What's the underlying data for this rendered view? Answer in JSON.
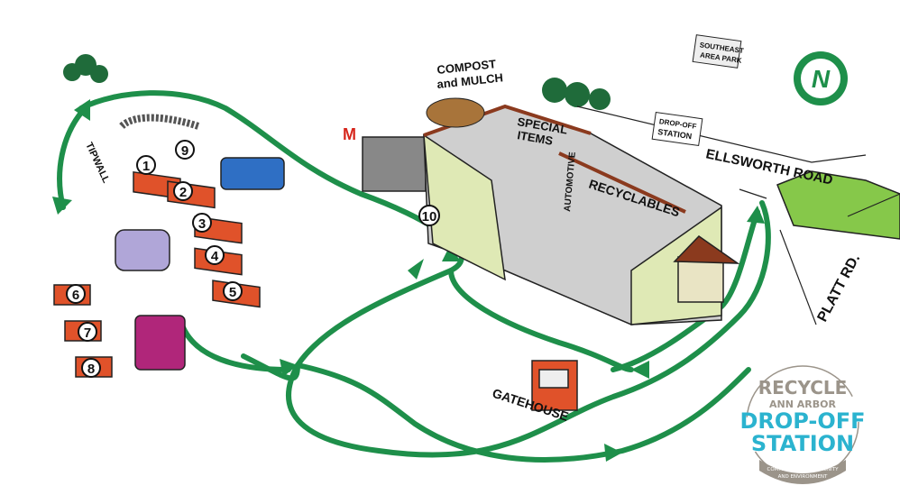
{
  "map": {
    "labels": {
      "tipwall": "TIPWALL",
      "compost": "COMPOST",
      "compost2": "and MULCH",
      "special1": "SPECIAL",
      "special2": "ITEMS",
      "automotive": "AUTOMOTIVE",
      "recyclables": "RECYCLABLES",
      "gatehouse": "GATEHOUSE",
      "ellsworth": "ELLSWORTH ROAD",
      "platt": "PLATT RD.",
      "marker_m": "M",
      "park1": "SOUTHEAST",
      "park2": "AREA PARK",
      "dropsign1": "DROP-OFF",
      "dropsign2": "STATION"
    },
    "bins": [
      "1",
      "2",
      "3",
      "4",
      "5",
      "6",
      "7",
      "8"
    ],
    "stations": {
      "nine": "9",
      "ten": "10"
    },
    "north_badge": "N",
    "colors": {
      "route": "#1e8f4a",
      "bins": "#e0522a",
      "building_wall": "#dfe9b5",
      "roof_trim": "#8b3a1e",
      "logo_blue": "#2bb3cf",
      "logo_grey": "#9b948a",
      "marker_m": "#d6261c"
    }
  },
  "logo": {
    "line1": "RECYCLE",
    "line2": "ANN ARBOR",
    "line3": "DROP-OFF",
    "line4": "STATION",
    "tagline1": "COMMITTED TO COMMUNITY",
    "tagline2": "AND ENVIRONMENT"
  }
}
